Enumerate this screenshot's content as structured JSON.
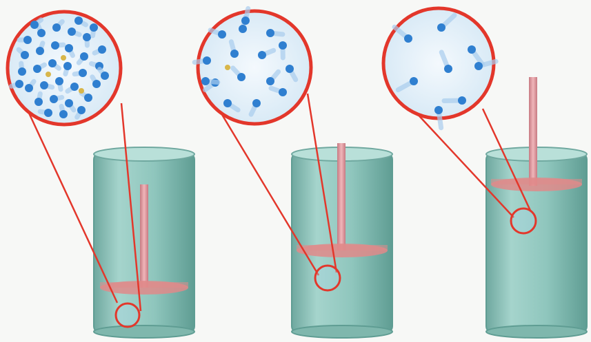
{
  "colors": {
    "background": "#f7f8f6",
    "cylinder_body": "#8fc6bd",
    "cylinder_edge": "#5f9d93",
    "piston": "#e08a8a",
    "rod": "#d98f95",
    "zoom_ring": "#e3372b",
    "zoom_fill": "#eef6fb",
    "molecule": "#2f7fd0",
    "molecule_trail": "#a9cdee",
    "collision_mark": "#d8b64a"
  },
  "icons": [
    "cylinder-icon",
    "piston-icon",
    "magnifier-circle-icon",
    "gas-molecule-icon"
  ],
  "panels": [
    {
      "id": "high-compression",
      "piston_level": 0.82,
      "molecule_density": "high"
    },
    {
      "id": "medium-compression",
      "piston_level": 0.62,
      "molecule_density": "medium"
    },
    {
      "id": "low-compression",
      "piston_level": 0.22,
      "molecule_density": "low"
    }
  ]
}
